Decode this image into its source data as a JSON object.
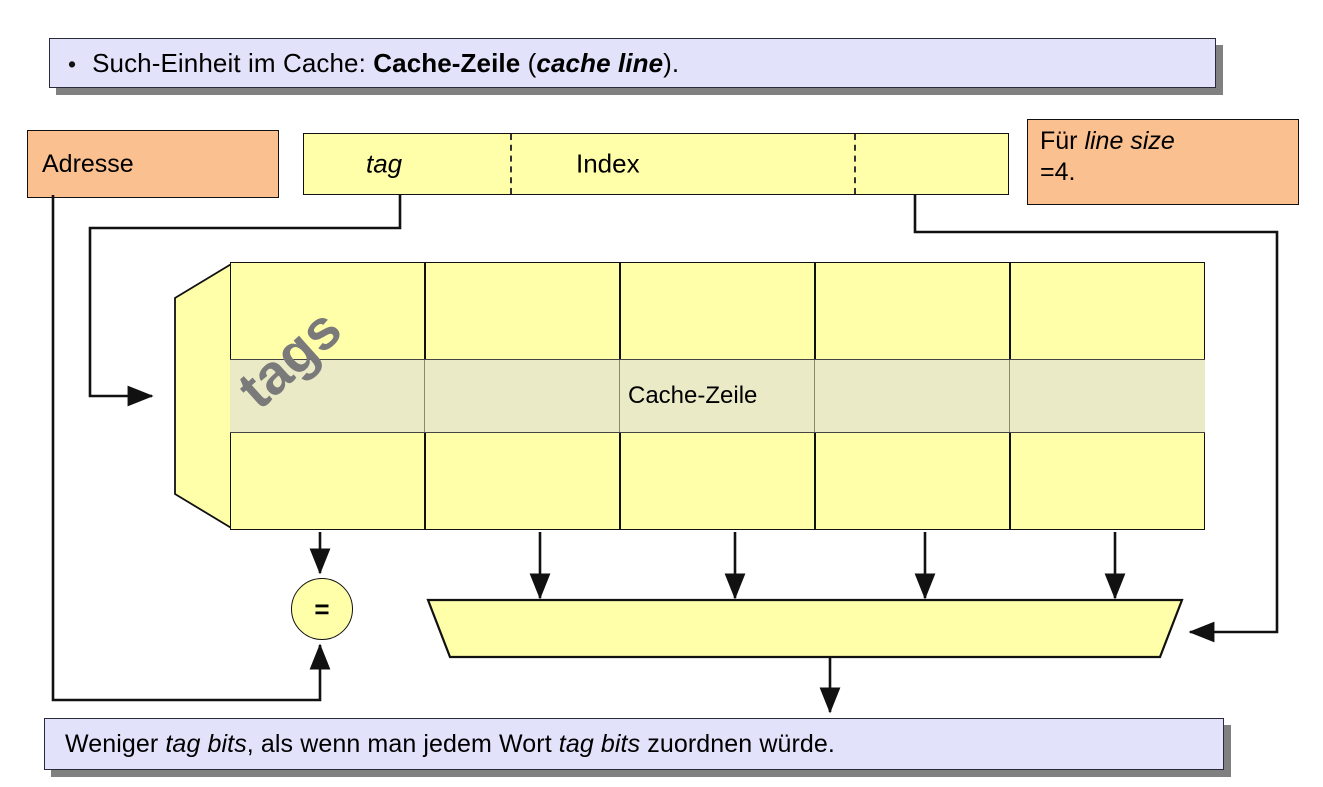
{
  "slide": {
    "top_banner": {
      "bullet": "•",
      "parts": [
        {
          "text": "Such-Einheit im Cache: ",
          "style": "normal"
        },
        {
          "text": "Cache-Zeile",
          "style": "bold"
        },
        {
          "text": " (",
          "style": "normal"
        },
        {
          "text": "cache line",
          "style": "bold-italic"
        },
        {
          "text": ").",
          "style": "normal"
        }
      ],
      "plain": "Such-Einheit im Cache: Cache-Zeile (cache line)."
    },
    "bottom_banner": {
      "parts": [
        {
          "text": "Weniger ",
          "style": "normal"
        },
        {
          "text": "tag bits",
          "style": "italic"
        },
        {
          "text": ", als wenn man jedem Wort ",
          "style": "normal"
        },
        {
          "text": "tag bits",
          "style": "italic"
        },
        {
          "text": " zuordnen würde.",
          "style": "normal"
        }
      ],
      "plain": "Weniger tag bits, als wenn man jedem Wort tag bits zuordnen würde."
    }
  },
  "labels": {
    "adresse": "Adresse",
    "line_size_prefix": "Für ",
    "line_size_italic": "line size",
    "line_size_suffix": "=4.",
    "tags": "tags",
    "cache_zeile": "Cache-Zeile",
    "comparator": "="
  },
  "address_fields": [
    {
      "name": "tag",
      "label": "tag",
      "style": "italic"
    },
    {
      "name": "index",
      "label": "Index",
      "style": "normal"
    },
    {
      "name": "offset",
      "label": "",
      "style": "normal"
    }
  ],
  "cache": {
    "columns": 5,
    "rows": 3,
    "highlighted_row_index": 1,
    "data_columns": 4,
    "tag_column_label": "tags",
    "highlighted_row_label": "Cache-Zeile"
  },
  "mux": {
    "inputs": 4,
    "select_source": "offset"
  },
  "colors": {
    "banner_fill": "#e2e2fa",
    "banner_shadow": "#808080",
    "orange_fill": "#fac090",
    "cell_yellow": "#ffffaa",
    "highlight_row": "#eaeac6",
    "line": "#111111",
    "tags_text": "#7a7a7a"
  }
}
